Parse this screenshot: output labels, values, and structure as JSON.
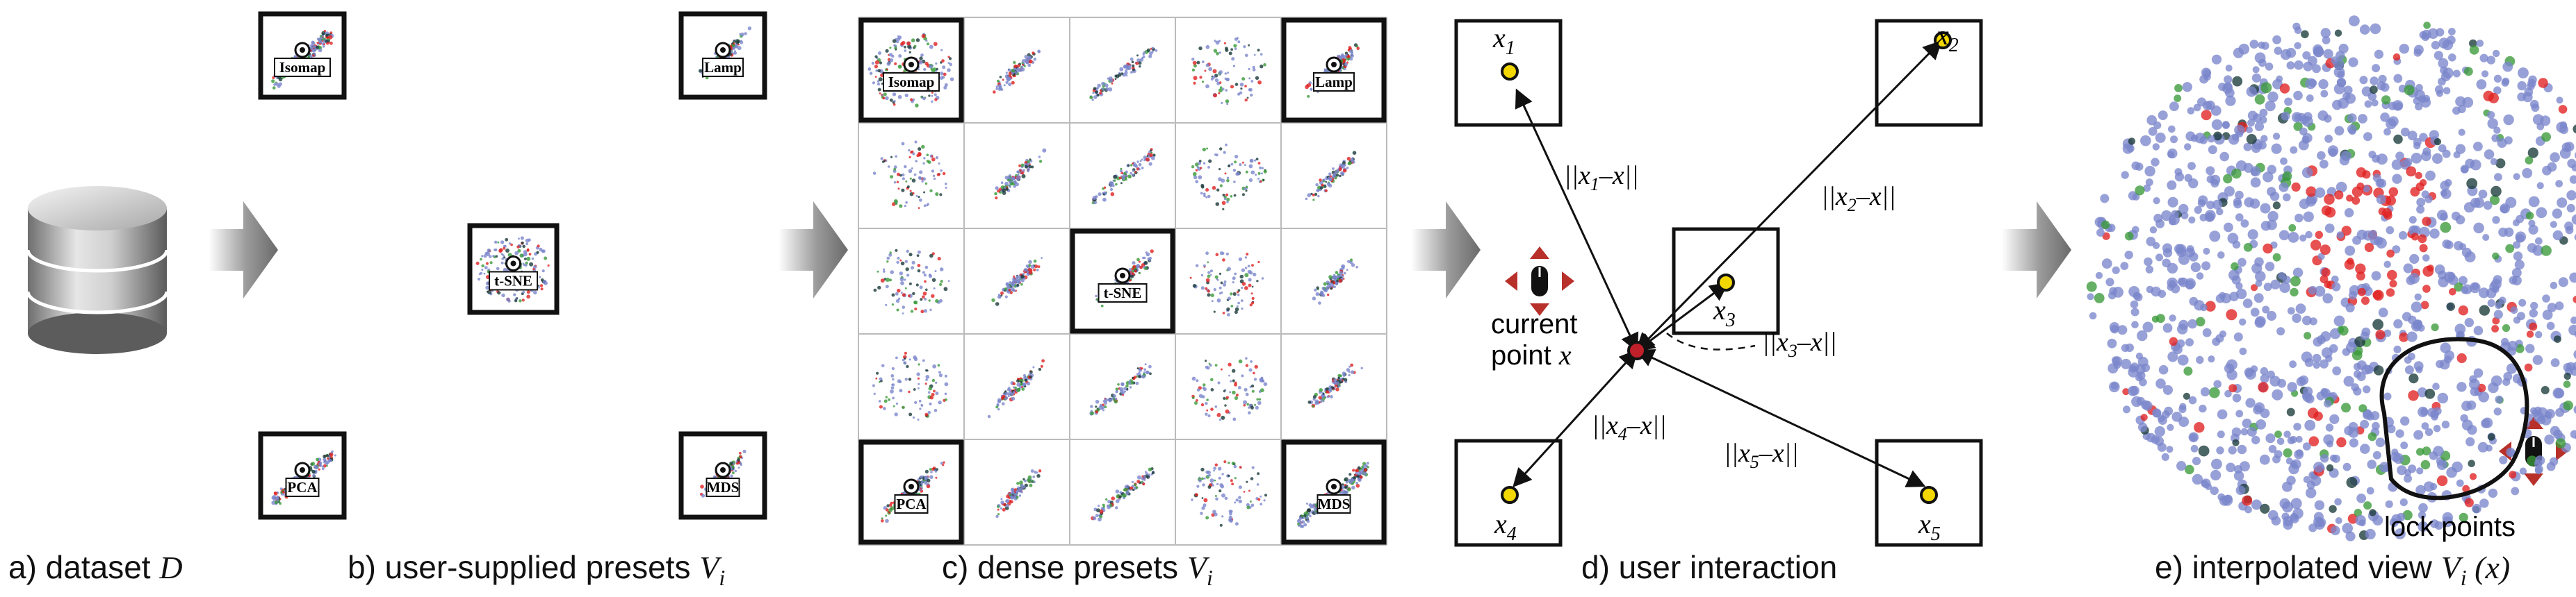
{
  "captions": {
    "a": {
      "text": "a) dataset ",
      "var": "D"
    },
    "b": {
      "text": "b) user-supplied presets ",
      "var": "V",
      "sub": "i"
    },
    "c": {
      "text": "c) dense presets ",
      "var": "V",
      "sub": "i"
    },
    "d": {
      "text": "d) user interaction"
    },
    "e": {
      "text": "e) interpolated view ",
      "var": "V",
      "sub": "i",
      "arg": " (x)"
    }
  },
  "presets": [
    "Isomap",
    "Lamp",
    "t-SNE",
    "PCA",
    "MDS"
  ],
  "interaction": {
    "current_point_line1": "current",
    "current_point_line2": "point ",
    "current_point_var": "x",
    "points": [
      "x1",
      "x2",
      "x3",
      "x4",
      "x5"
    ],
    "point_labels": [
      {
        "v": "x",
        "s": "1"
      },
      {
        "v": "x",
        "s": "2"
      },
      {
        "v": "x",
        "s": "3"
      },
      {
        "v": "x",
        "s": "4"
      },
      {
        "v": "x",
        "s": "5"
      }
    ],
    "distances": [
      {
        "pre": "||x",
        "s": "1",
        "post": "–x||"
      },
      {
        "pre": "||x",
        "s": "2",
        "post": "–x||"
      },
      {
        "pre": "||x",
        "s": "3",
        "post": "–x||"
      },
      {
        "pre": "||x",
        "s": "4",
        "post": "–x||"
      },
      {
        "pre": "||x",
        "s": "5",
        "post": "–x||"
      }
    ]
  },
  "lock_points_label": "lock points",
  "colors": {
    "cluster_blue": "#7b86cc",
    "cluster_red": "#e02020",
    "cluster_green": "#3a9a3a",
    "cluster_dark": "#1a3a3a",
    "marker_yellow": "#f2d800",
    "current_point_red": "#c0202a",
    "drag_arrow_red": "#b8302a"
  },
  "icons": [
    "database-icon",
    "process-arrow-icon",
    "target-icon",
    "mouse-drag-icon"
  ]
}
